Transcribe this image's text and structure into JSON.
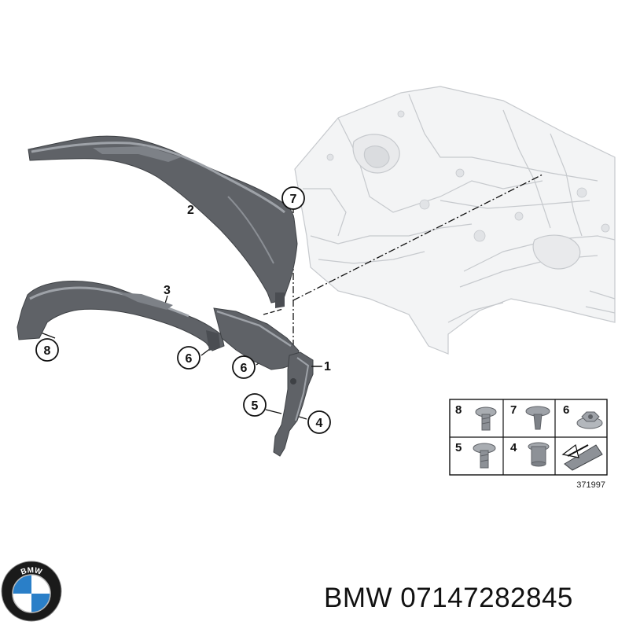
{
  "diagram": {
    "callouts": [
      {
        "id": "c1",
        "label": "1"
      },
      {
        "id": "c2",
        "label": "2"
      },
      {
        "id": "c3",
        "label": "3"
      },
      {
        "id": "c4",
        "label": "4"
      },
      {
        "id": "c5",
        "label": "5"
      },
      {
        "id": "c6a",
        "label": "6"
      },
      {
        "id": "c6b",
        "label": "6"
      },
      {
        "id": "c7",
        "label": "7"
      },
      {
        "id": "c8",
        "label": "8"
      }
    ],
    "legend": {
      "cells": [
        {
          "label": "8",
          "part": "bolt-icon"
        },
        {
          "label": "7",
          "part": "expanding-rivet-icon"
        },
        {
          "label": "6",
          "part": "hex-nut-icon"
        },
        {
          "label": "5",
          "part": "flange-screw-icon"
        },
        {
          "label": "4",
          "part": "plastic-nut-icon"
        },
        {
          "label": "",
          "part": "direction-arrow-icon"
        }
      ],
      "catalog_code": "371997"
    }
  },
  "caption": {
    "brand": "BMW",
    "part_number": "07147282845"
  },
  "logo": {
    "text": "BMW",
    "colors": {
      "ring": "#1a1a1a",
      "blue": "#2a7fc8",
      "white": "#ffffff"
    }
  },
  "colors": {
    "part_dark": "#5e6166",
    "part_mid": "#7c8086",
    "part_light": "#a3a7ac",
    "chassis_line": "#c9ccd0",
    "chassis_fill": "#f2f3f4",
    "legend_bg": "#e6e7e8"
  }
}
